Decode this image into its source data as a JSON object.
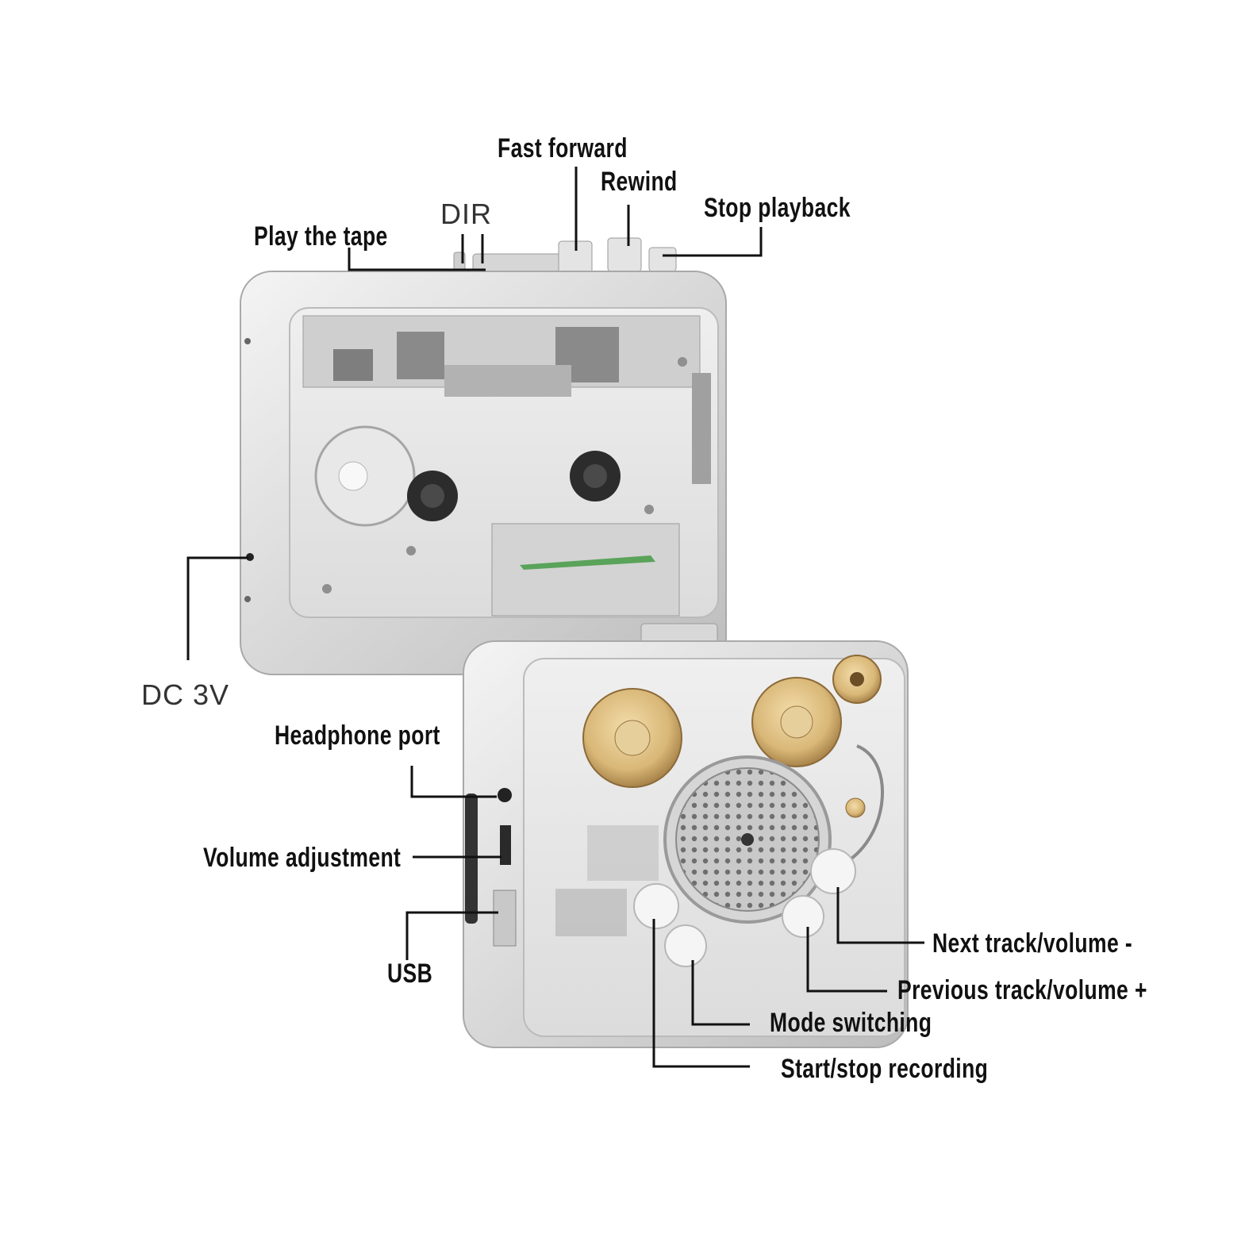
{
  "labels": {
    "fast_forward": "Fast forward",
    "rewind": "Rewind",
    "stop_playback": "Stop playback",
    "dir": "DIR",
    "play_the_tape": "Play the tape",
    "dc_3v": "DC 3V",
    "headphone_port": "Headphone port",
    "volume_adjustment": "Volume adjustment",
    "usb": "USB",
    "next_track_volume_minus": "Next track/volume -",
    "previous_track_volume_plus": "Previous track/volume +",
    "mode_switching": "Mode switching",
    "start_stop_recording": "Start/stop recording"
  },
  "colors": {
    "line": "#111111",
    "housing": "#dcdcdc",
    "gold": "#d9b878",
    "background": "#ffffff"
  }
}
